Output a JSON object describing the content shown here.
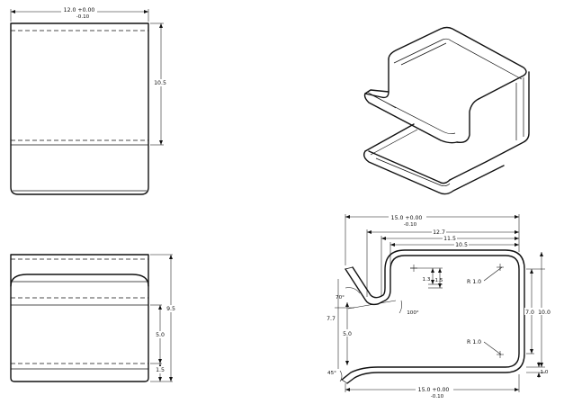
{
  "dimensions": {
    "front_width": "12.0 +0.00",
    "front_width_tol": "-0.10",
    "front_height": "10.5",
    "side_height": "9.5",
    "side_mid": "5.0",
    "side_bottom": "1.5",
    "profile_top_width": "15.0 +0.00",
    "profile_top_width_tol": "-0.10",
    "profile_127": "12.7",
    "profile_115": "11.5",
    "profile_105": "10.5",
    "profile_13": "1.3",
    "profile_15": "1.5",
    "profile_r1_top": "R 1.0",
    "profile_r1_bottom": "R 1.0",
    "profile_angle_70": "70°",
    "profile_angle_100": "100°",
    "profile_77": "7.7",
    "profile_50": "5.0",
    "profile_70": "7.0",
    "profile_100": "10.0",
    "profile_10": "1.0",
    "profile_45": "45°",
    "profile_bottom_width": "15.0 +0.00",
    "profile_bottom_width_tol": "-0.10"
  }
}
